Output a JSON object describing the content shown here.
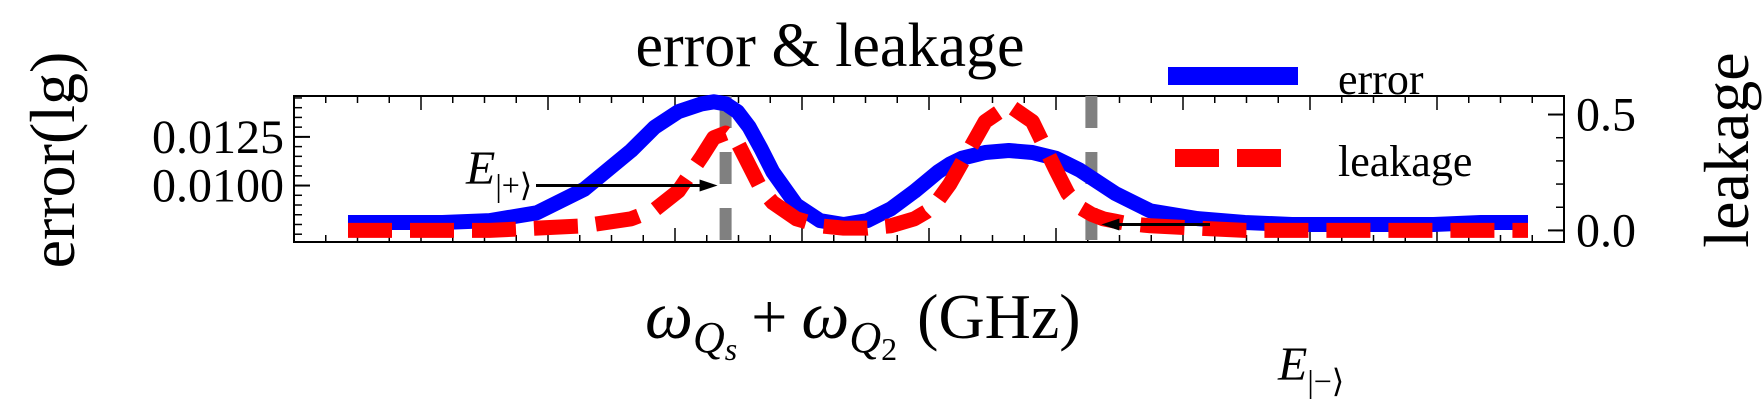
{
  "chart_data": {
    "type": "line",
    "title": "error & leakage",
    "xlabel": "ω_{Q_s} + ω_{Q_2} (GHz)",
    "xlabel_parts": {
      "w1": "ω",
      "sub1": "Q",
      "subsub1": "s",
      "plus": "+",
      "w2": "ω",
      "sub2": "Q",
      "subsub2": "2",
      "unit": "(GHz)"
    },
    "ylabel_left": "error(lg)",
    "ylabel_right": "leakage",
    "x_tick_labels": [],
    "x_range": [
      0,
      1
    ],
    "y_left_range": [
      0.0071,
      0.0146
    ],
    "y_right_range": [
      -0.05,
      0.58
    ],
    "y_left_ticks": [
      0.01,
      0.0125
    ],
    "y_left_tick_labels": [
      "0.0100",
      "0.0125"
    ],
    "y_right_ticks": [
      0.0,
      0.5
    ],
    "y_right_tick_labels": [
      "0.0",
      "0.5"
    ],
    "legend": "top-right",
    "grid": false,
    "series": [
      {
        "name": "error",
        "axis": "left",
        "color": "#0000ff",
        "style": "solid",
        "x": [
          0.0,
          0.04,
          0.08,
          0.12,
          0.16,
          0.2,
          0.24,
          0.26,
          0.28,
          0.3,
          0.31,
          0.32,
          0.33,
          0.34,
          0.35,
          0.36,
          0.38,
          0.4,
          0.42,
          0.44,
          0.46,
          0.48,
          0.49,
          0.5,
          0.51,
          0.52,
          0.54,
          0.56,
          0.58,
          0.6,
          0.61,
          0.62,
          0.63,
          0.64,
          0.65,
          0.66,
          0.68,
          0.72,
          0.76,
          0.8,
          0.84,
          0.88,
          0.92,
          0.96,
          1.0
        ],
        "values": [
          0.0081,
          0.0081,
          0.0081,
          0.0082,
          0.0086,
          0.0098,
          0.0118,
          0.013,
          0.0138,
          0.0142,
          0.0143,
          0.0142,
          0.0138,
          0.013,
          0.0119,
          0.0107,
          0.009,
          0.0082,
          0.008,
          0.0082,
          0.0088,
          0.0097,
          0.0102,
          0.0107,
          0.0111,
          0.0114,
          0.0117,
          0.0118,
          0.0117,
          0.0114,
          0.0111,
          0.0108,
          0.0104,
          0.01,
          0.0096,
          0.0093,
          0.0087,
          0.0083,
          0.0081,
          0.008,
          0.008,
          0.008,
          0.008,
          0.0081,
          0.0081
        ]
      },
      {
        "name": "leakage",
        "axis": "right",
        "color": "#ff0000",
        "style": "dashed",
        "x": [
          0.0,
          0.04,
          0.08,
          0.12,
          0.16,
          0.2,
          0.24,
          0.26,
          0.28,
          0.3,
          0.31,
          0.32,
          0.33,
          0.34,
          0.35,
          0.36,
          0.38,
          0.4,
          0.42,
          0.44,
          0.46,
          0.48,
          0.49,
          0.5,
          0.51,
          0.52,
          0.54,
          0.56,
          0.58,
          0.6,
          0.61,
          0.62,
          0.63,
          0.64,
          0.65,
          0.66,
          0.68,
          0.72,
          0.76,
          0.8,
          0.84,
          0.88,
          0.92,
          0.96,
          1.0
        ],
        "values": [
          0.0,
          0.0,
          0.0,
          0.0,
          0.01,
          0.02,
          0.05,
          0.09,
          0.17,
          0.32,
          0.4,
          0.42,
          0.38,
          0.28,
          0.18,
          0.12,
          0.05,
          0.02,
          0.01,
          0.01,
          0.02,
          0.05,
          0.08,
          0.13,
          0.2,
          0.29,
          0.47,
          0.54,
          0.47,
          0.26,
          0.16,
          0.1,
          0.07,
          0.05,
          0.04,
          0.03,
          0.02,
          0.01,
          0.0,
          0.0,
          0.0,
          0.0,
          0.0,
          0.0,
          0.0
        ]
      }
    ],
    "markers": [
      {
        "x": 0.32,
        "color": "#808080",
        "style": "dashed"
      },
      {
        "x": 0.63,
        "color": "#808080",
        "style": "dashed"
      }
    ],
    "annotations": [
      {
        "base": "E",
        "subscript": "|+⟩",
        "arrow_to_x": 0.32,
        "arrow_y_left": 0.01
      },
      {
        "base": "E",
        "subscript": "|−⟩",
        "arrow_to_x": 0.63,
        "arrow_y_left": 0.008
      }
    ]
  }
}
